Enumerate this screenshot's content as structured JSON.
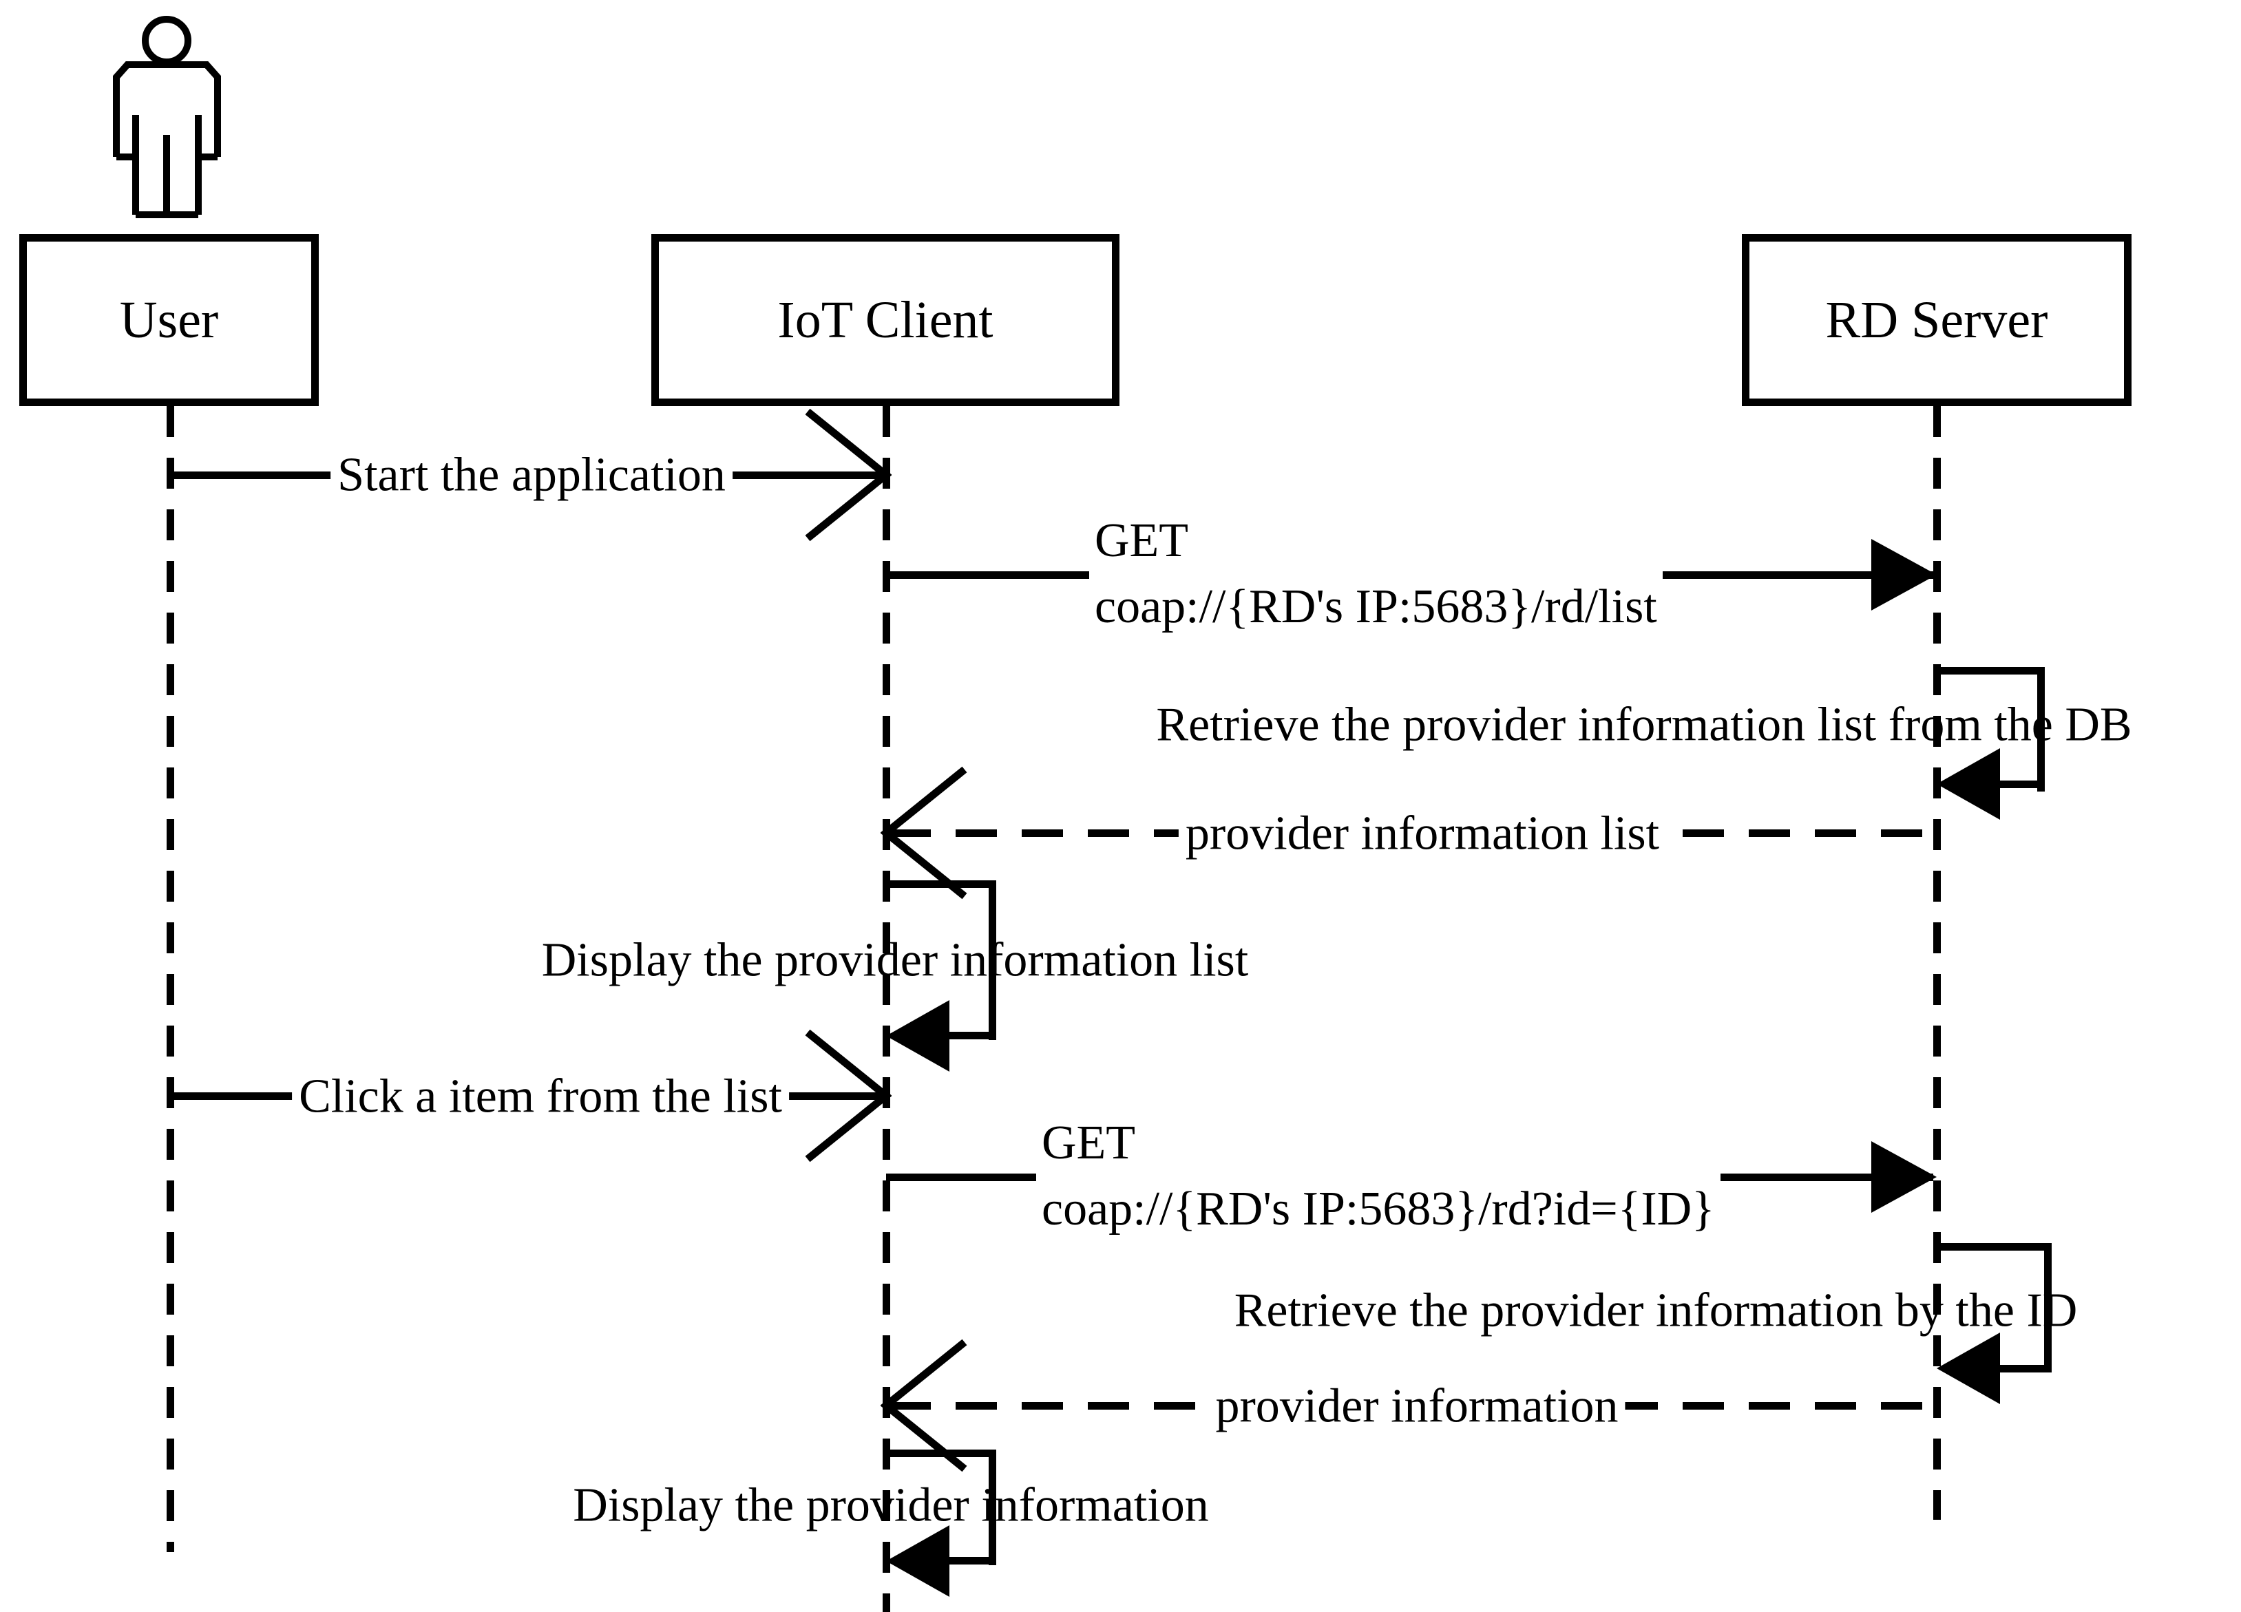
{
  "colors": {
    "ink": "#000000",
    "background": "#ffffff"
  },
  "diagram": {
    "type": "uml-sequence-diagram",
    "actors": [
      {
        "label": "User",
        "icon": "person-icon"
      },
      {
        "label": "IoT Client"
      },
      {
        "label": "RD Server"
      }
    ],
    "messages": [
      {
        "from": "User",
        "to": "IoT Client",
        "style": "solid-open-arrow",
        "label": "Start the application"
      },
      {
        "from": "IoT Client",
        "to": "RD Server",
        "style": "solid-filled-arrow",
        "label": "GET",
        "label2": "coap://{RD's IP:5683}/rd/list"
      },
      {
        "actor": "RD Server",
        "style": "self-message",
        "label": "Retrieve the provider information list from the DB"
      },
      {
        "from": "RD Server",
        "to": "IoT Client",
        "style": "dashed-open-arrow",
        "label": "provider information list"
      },
      {
        "actor": "IoT Client",
        "style": "self-message",
        "label": "Display the provider information list"
      },
      {
        "from": "User",
        "to": "IoT Client",
        "style": "solid-open-arrow",
        "label": "Click a item from the list"
      },
      {
        "from": "IoT Client",
        "to": "RD Server",
        "style": "solid-filled-arrow",
        "label": "GET",
        "label2": "coap://{RD's IP:5683}/rd?id={ID}"
      },
      {
        "actor": "RD Server",
        "style": "self-message",
        "label": "Retrieve the provider information by the ID"
      },
      {
        "from": "RD Server",
        "to": "IoT Client",
        "style": "dashed-open-arrow",
        "label": "provider information"
      },
      {
        "actor": "IoT Client",
        "style": "self-message",
        "label": "Display the provider information"
      }
    ]
  }
}
